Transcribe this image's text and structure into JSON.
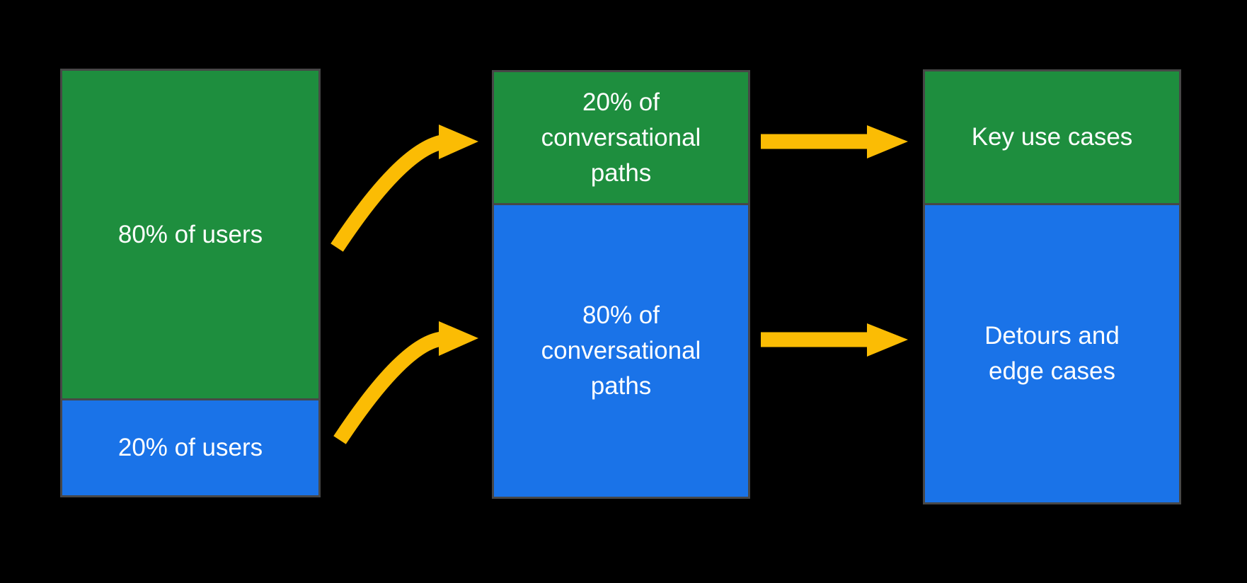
{
  "colors": {
    "background": "#000000",
    "green": "#1E8E3E",
    "blue": "#1A73E8",
    "arrow": "#FBBC04",
    "border": "#474747",
    "text": "#FFFFFF"
  },
  "diagram": {
    "columns": [
      {
        "name": "users",
        "segments": [
          {
            "label": "80% of users",
            "color": "green"
          },
          {
            "label": "20% of users",
            "color": "blue"
          }
        ]
      },
      {
        "name": "conversational-paths",
        "segments": [
          {
            "label": "20% of conversational paths",
            "color": "green"
          },
          {
            "label": "80% of conversational paths",
            "color": "blue"
          }
        ]
      },
      {
        "name": "outcomes",
        "segments": [
          {
            "label": "Key use cases",
            "color": "green"
          },
          {
            "label": "Detours and edge cases",
            "color": "blue"
          }
        ]
      }
    ],
    "arrows": [
      {
        "from": "80% of users",
        "to": "20% of conversational paths",
        "style": "curved"
      },
      {
        "from": "20% of users",
        "to": "80% of conversational paths",
        "style": "curved"
      },
      {
        "from": "20% of conversational paths",
        "to": "Key use cases",
        "style": "straight"
      },
      {
        "from": "80% of conversational paths",
        "to": "Detours and edge cases",
        "style": "straight"
      }
    ]
  }
}
